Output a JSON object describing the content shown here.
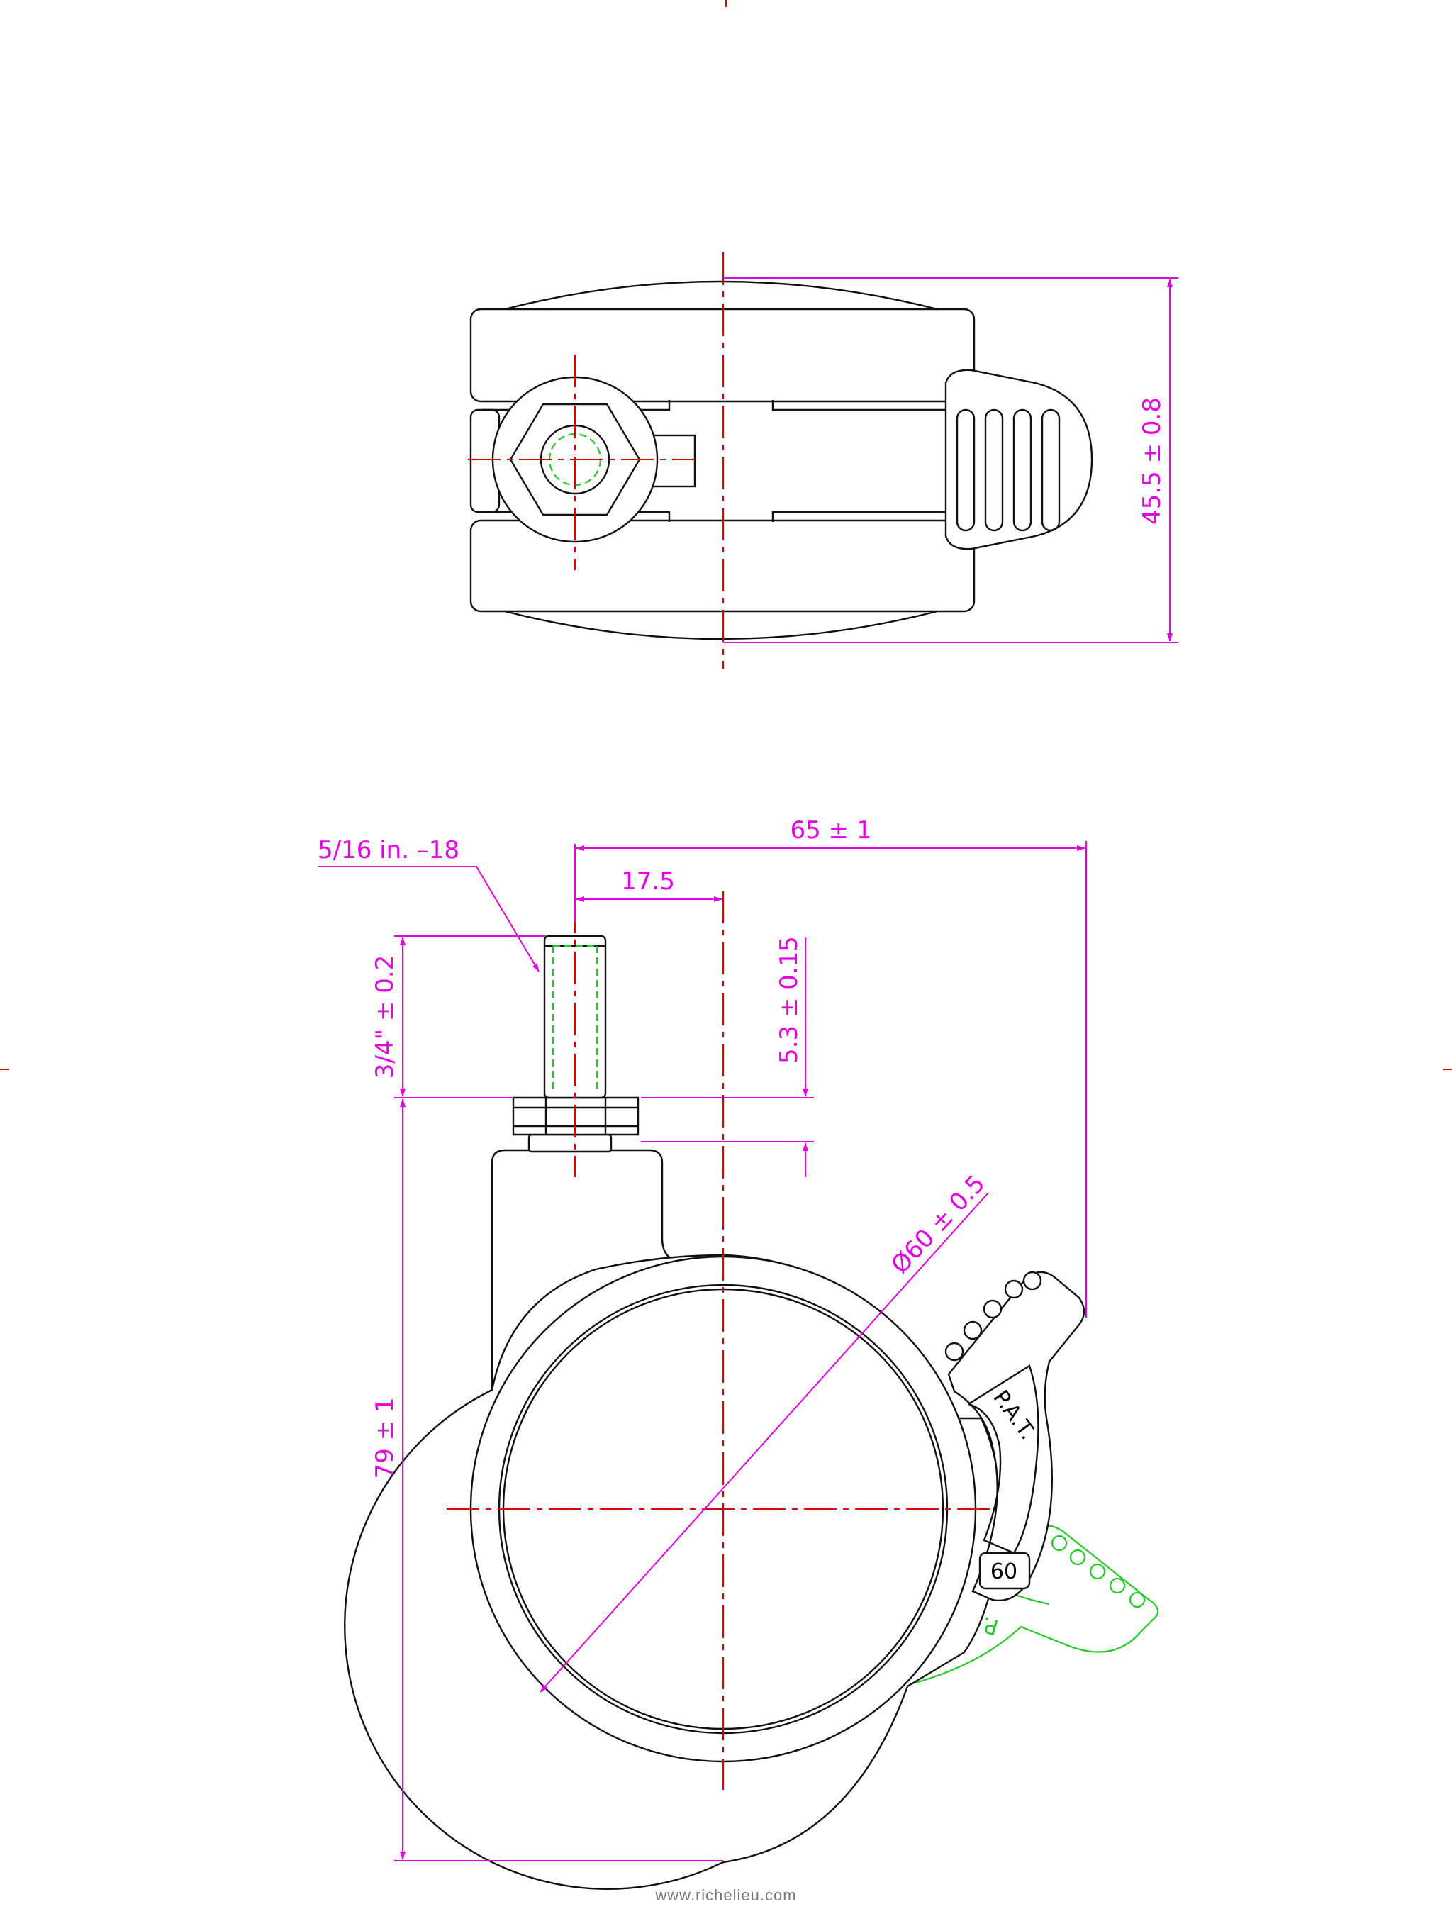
{
  "dimensions": {
    "height_top": "45.5 ± 0.8",
    "overall_length": "65 ± 1",
    "offset": "17.5",
    "thread": "5/16 in. –18",
    "stem_length": "3/4\" ± 0.2",
    "nut_height": "5.3 ± 0.15",
    "wheel_diameter": "Ø60 ± 0.5",
    "overall_height": "79 ± 1"
  },
  "part_labels": {
    "brake_mark": "P.A.T.",
    "wheel_size": "60",
    "brake_mark_alt": "P.A.T."
  },
  "footer": {
    "url": "www.richelieu.com"
  },
  "colors": {
    "outline": "#111111",
    "dimension": "#e600e6",
    "centerline": "#e00000",
    "alternate_position": "#22cc22"
  }
}
